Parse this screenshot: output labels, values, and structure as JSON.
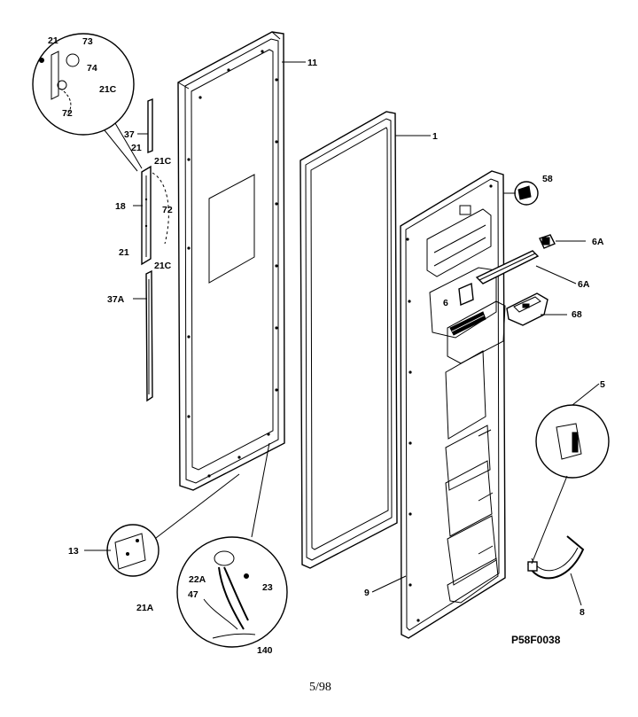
{
  "diagram": {
    "code": "P58F0038",
    "page": "5/98",
    "labels": {
      "n21_top": "21",
      "n73": "73",
      "n74": "74",
      "n21C_circle": "21C",
      "n72_circle": "72",
      "n11": "11",
      "n1": "1",
      "n37": "37",
      "n21_mid": "21",
      "n21C_upper": "21C",
      "n18": "18",
      "n72_mid": "72",
      "n21_low": "21",
      "n21C_lower": "21C",
      "n37A": "37A",
      "n58": "58",
      "n6A_upper": "6A",
      "n6A_lower": "6A",
      "n6": "6",
      "n68": "68",
      "n5": "5",
      "n8": "8",
      "n9": "9",
      "n13": "13",
      "n21A": "21A",
      "n22A": "22A",
      "n47": "47",
      "n23": "23",
      "n140": "140"
    }
  }
}
